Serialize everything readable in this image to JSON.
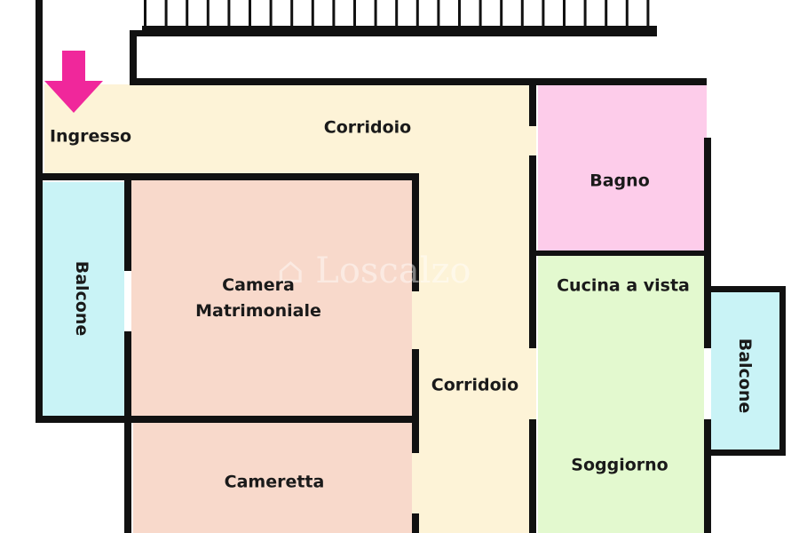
{
  "colors": {
    "corridor": "#fdf3d7",
    "bedroom": "#f8d9cb",
    "balcony": "#c9f3f6",
    "bathroom": "#fdccea",
    "living": "#e3f9cf",
    "walls": "#111111",
    "entrance_arrow": "#f0279b"
  },
  "rooms": {
    "ingresso": "Ingresso",
    "corridoio_top": "Corridoio",
    "bagno": "Bagno",
    "camera_line1": "Camera",
    "camera_line2": "Matrimoniale",
    "balcone_left": "Balcone",
    "corridoio_center": "Corridoio",
    "cucina": "Cucina a vista",
    "balcone_right": "Balcone",
    "soggiorno": "Soggiorno",
    "cameretta": "Cameretta"
  },
  "icons": {
    "entrance": "entrance-arrow-icon",
    "stairs": "stairs-icon"
  }
}
